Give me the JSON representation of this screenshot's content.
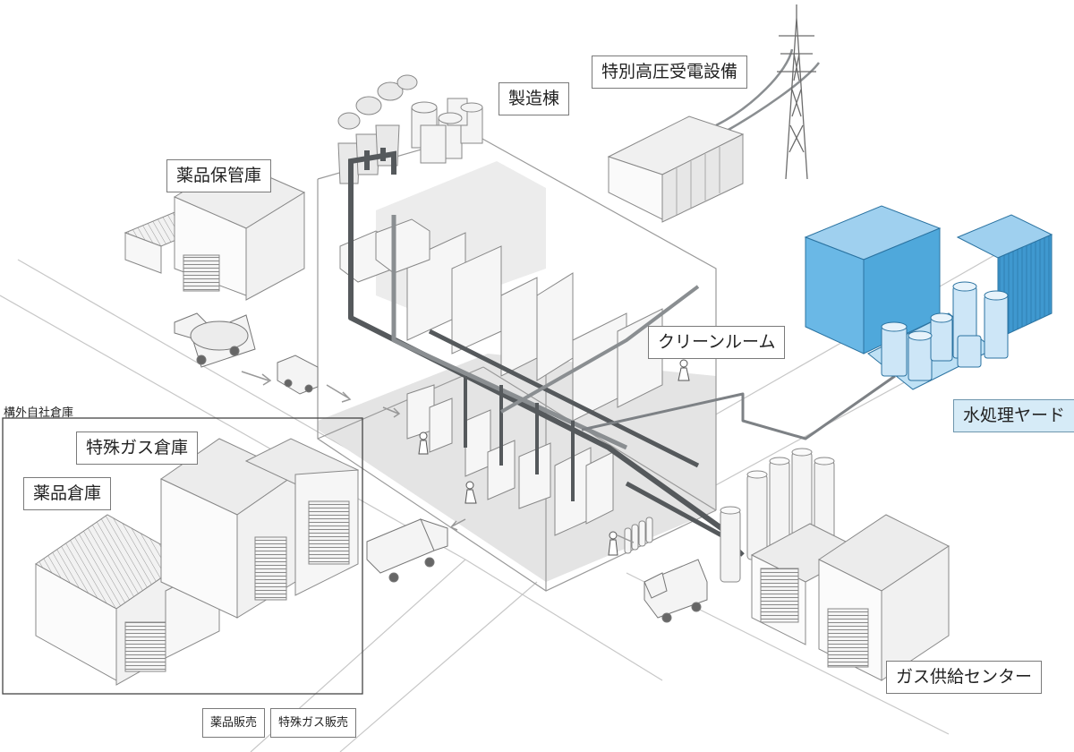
{
  "labels": {
    "manufacturing_building": "製造棟",
    "power_receiving": "特別高圧受電設備",
    "chemical_storage": "薬品保管庫",
    "clean_room": "クリーンルーム",
    "water_treatment": "水処理ヤード",
    "offsite_warehouse": "構外自社倉庫",
    "special_gas_warehouse": "特殊ガス倉庫",
    "chemical_warehouse": "薬品倉庫",
    "chemical_sales": "薬品販売",
    "special_gas_sales": "特殊ガス販売",
    "gas_supply_center": "ガス供給センター"
  },
  "colors": {
    "pipe_dark": "#55595c",
    "pipe_mid": "#8a8e91",
    "water_blue": "#4fa8db",
    "water_blue_light": "#9fd0ef",
    "label_blue_bg": "#d6ebf7",
    "floor_gray": "#e4e4e4",
    "line_gray": "#7a7a7a"
  },
  "icons": [
    "transmission-tower-icon",
    "truck-icon",
    "tanker-truck-icon",
    "van-icon",
    "worker-icon",
    "gas-cylinder-icon",
    "flow-arrow-icon"
  ]
}
